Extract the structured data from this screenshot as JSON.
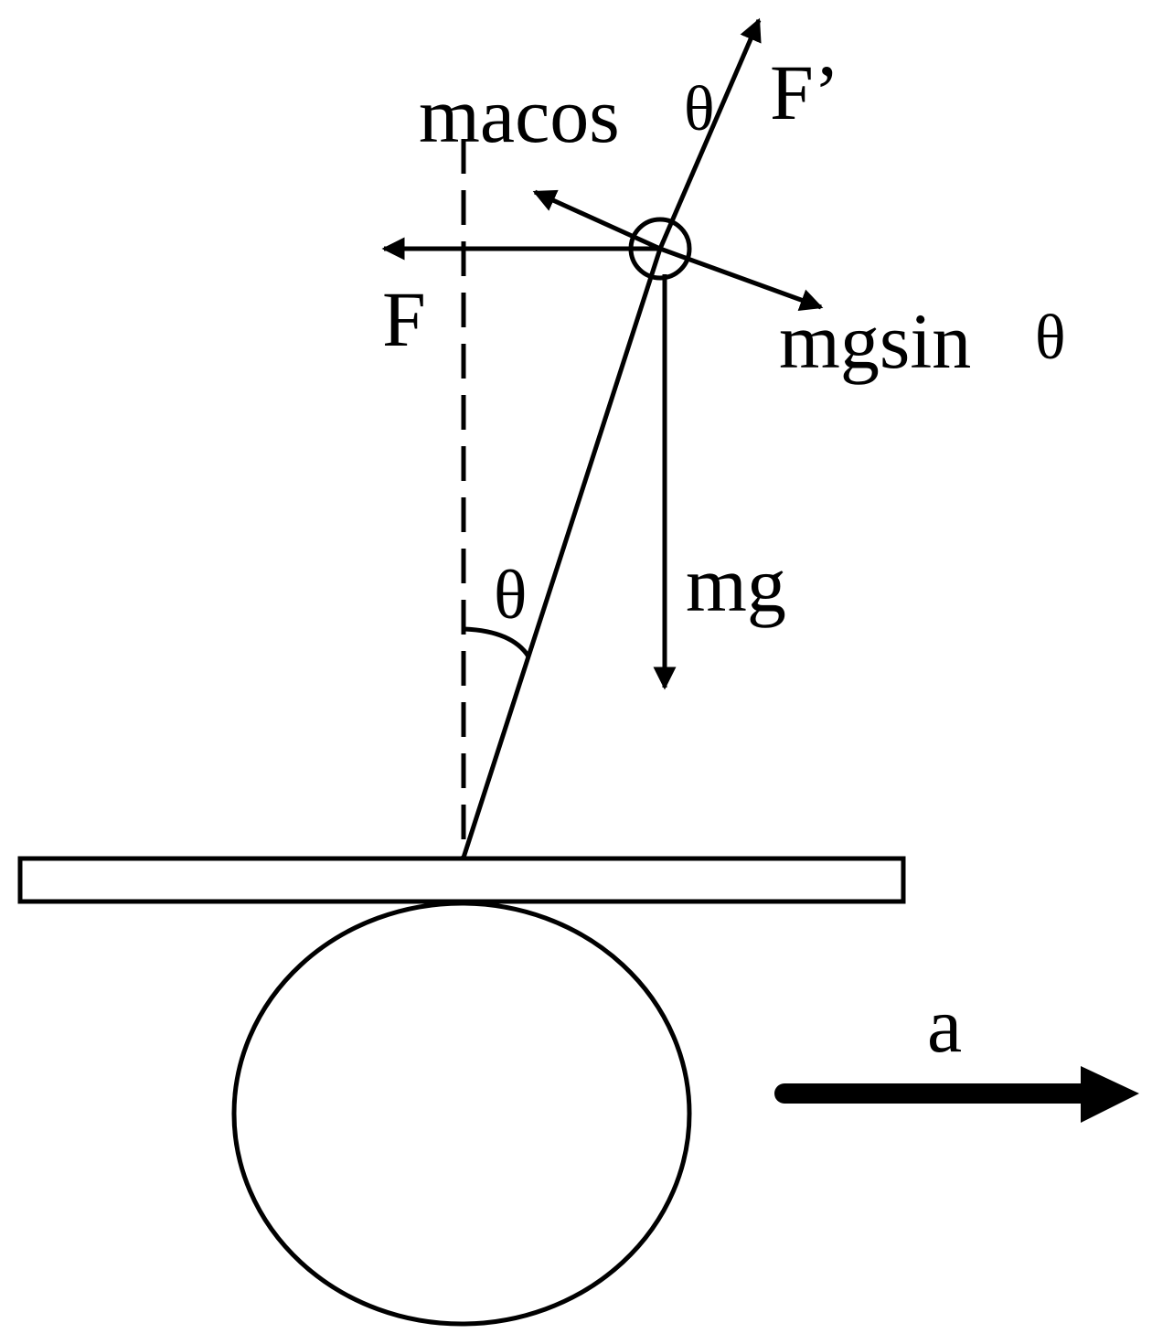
{
  "labels": {
    "macos": "macos",
    "theta_macos": "θ",
    "f_prime": "F’",
    "f": "F",
    "mgsin": "mgsin",
    "theta_mgsin": "θ",
    "mg": "mg",
    "theta_angle": "θ",
    "a": "a"
  },
  "colors": {
    "ink": "#000000",
    "background": "#ffffff"
  }
}
